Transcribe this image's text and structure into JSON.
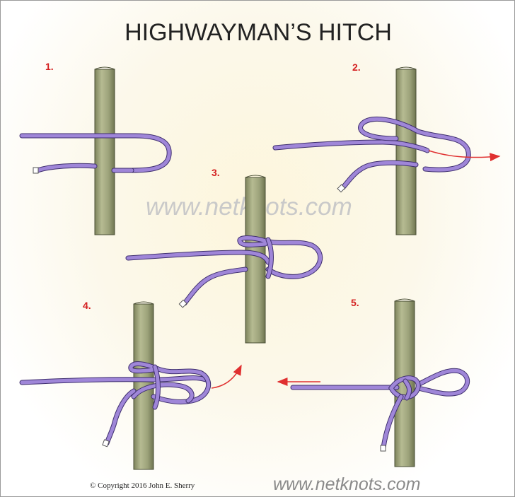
{
  "title": "HIGHWAYMAN’S HITCH",
  "steps": [
    "1.",
    "2.",
    "3.",
    "4.",
    "5."
  ],
  "watermark": "www.netknots.com",
  "footer": {
    "copyright": "©  Copyright  2016  John E. Sherry",
    "website": "www.netknots.com"
  },
  "colors": {
    "rope": "#9f86d8",
    "rope_outline": "#3f2f6e",
    "pole": "#9ca27a",
    "pole_outline": "#4a4f36",
    "arrow": "#e03030",
    "step_number": "#d42020"
  }
}
